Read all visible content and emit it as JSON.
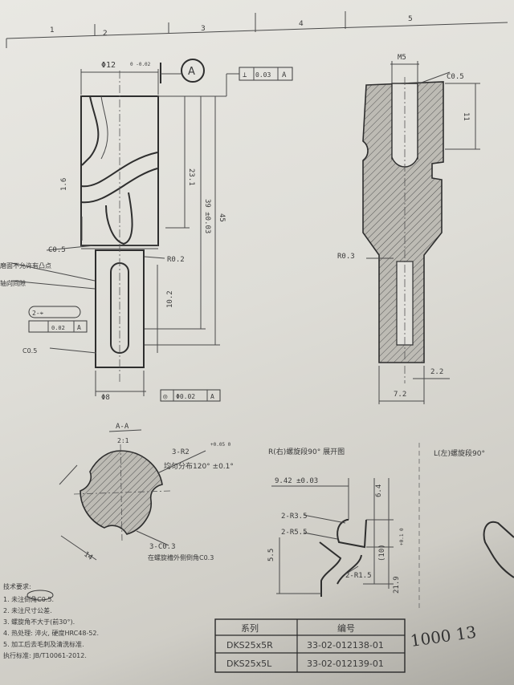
{
  "zones": [
    "1",
    "2",
    "3",
    "4",
    "5"
  ],
  "left_view": {
    "dim_top": "Φ12",
    "tol_top": "0 -0.02",
    "datum": "A",
    "frame_top": [
      "⊥",
      "0.03",
      "A"
    ],
    "dim_23": "23.1",
    "dim_39": "39 ±0.03",
    "dim_45": "45",
    "dim_16": "1.6",
    "chamfer": "C0.5",
    "radius": "R0.2",
    "note_1": "磨面不允许有凸点",
    "note_2": "轴向间隙",
    "slot_frame": [
      "2-⌖",
      "0.02",
      "A"
    ],
    "chamfer_2": "C0.5",
    "dim_102": "10.2",
    "dim_bottom": "Φ8",
    "frame_bottom": [
      "◎",
      "Φ0.02",
      "A"
    ]
  },
  "right_view": {
    "thread": "M5",
    "chamfer": "C0.5",
    "dim_11": "11",
    "radius": "R0.3",
    "dim_22": "2.2",
    "dim_72": "7.2"
  },
  "section": {
    "title": "A-A",
    "scale": "2:1",
    "label_r": "3-R2",
    "tol_r": "+0.05 0",
    "note": "均匀分布120° ±0.1°",
    "chamfer": "3-C0.3",
    "chamfer_note": "在螺旋槽外侧倒角C0.3",
    "dim_14": "14"
  },
  "spiral": {
    "title": "R(右)螺旋段90° 展开图",
    "dim_942": "9.42 ±0.03",
    "r35": "2-R3.5",
    "r55": "2-R5.5",
    "r15": "2-R1.5",
    "dim_64": "6.4",
    "dim_10": "(10)",
    "dim_219": "21.9",
    "dim_55": "5.5",
    "tol_219": "+0.1 0"
  },
  "spiral_left": {
    "title": "L(左)螺旋段90°"
  },
  "notes": {
    "heading": "技术要求:",
    "lines": [
      "1. 未注倒角C0.5.",
      "2. 未注尺寸公差.",
      "3. 螺旋角不大于(前30°).",
      "4. 热处理: 淬火, 硬度HRC48-52.",
      "5. 加工后去毛刺及清洗标准.",
      "执行标准: JB/T10061-2012."
    ]
  },
  "table": {
    "header": [
      "系列",
      "编号"
    ],
    "rows": [
      [
        "DKS25x5R",
        "33-02-012138-01"
      ],
      [
        "DKS25x5L",
        "33-02-012139-01"
      ]
    ]
  },
  "handwriting": "1000 13"
}
